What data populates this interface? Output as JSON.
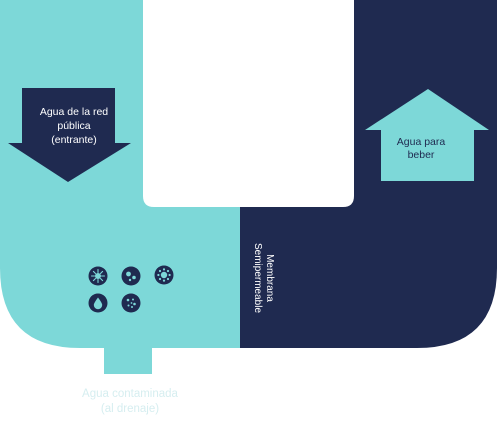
{
  "diagram": {
    "inlet_label": [
      "Agua de la red",
      "pública",
      "(entrante)"
    ],
    "outlet_label": [
      "Agua para",
      "beber"
    ],
    "membrane_label": [
      "Membrana",
      "Semipermeable"
    ],
    "drain_label": [
      "Agua contaminada",
      "(al drenaje)"
    ],
    "contaminant_icons": [
      "bacteria-icon",
      "sediment-particles-icon",
      "virus-icon",
      "chemical-drop-icon",
      "microparticles-icon"
    ],
    "colors": {
      "clean_side": "#1f2a50",
      "contaminated_side": "#7dd8d8",
      "inlet_arrow": "#1f2a50",
      "outlet_arrow": "#7dd8d8",
      "drain_text": "#d6eef0"
    }
  }
}
